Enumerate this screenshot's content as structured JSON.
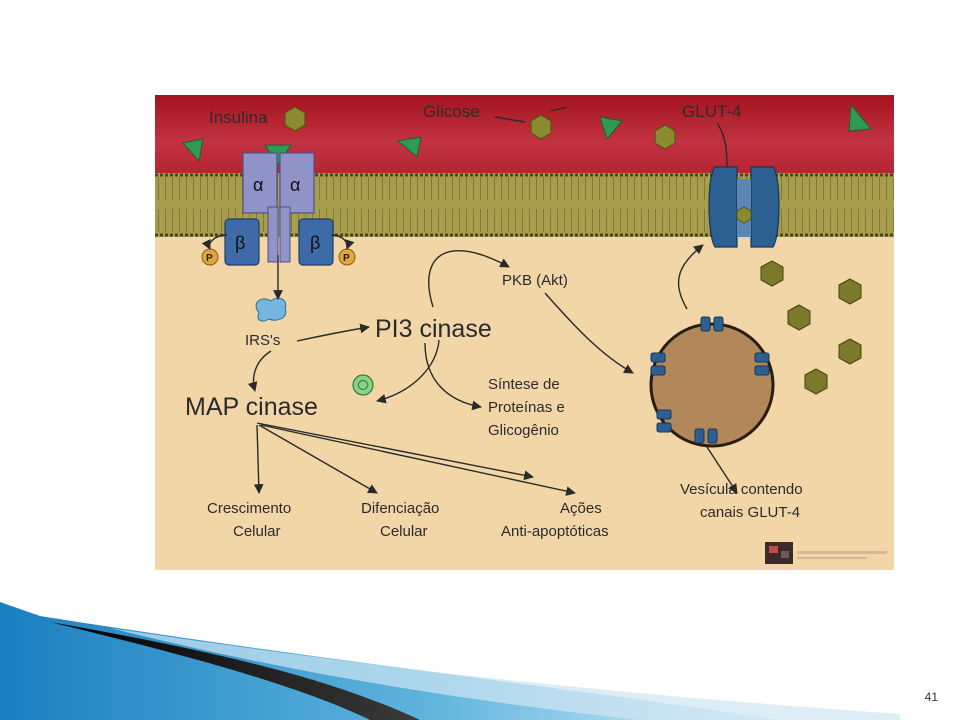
{
  "diagram": {
    "labels": {
      "insulina": "Insulina",
      "glicose": "Glicose",
      "glut4": "GLUT-4",
      "alpha": "α",
      "beta": "β",
      "phospho": "P",
      "irs": "IRS's",
      "pi3": "PI3 cinase",
      "pkb": "PKB (Akt)",
      "map": "MAP cinase",
      "sintese": [
        "Síntese de",
        "Proteínas e",
        "Glicogênio"
      ],
      "crescimento": [
        "Crescimento",
        "Celular"
      ],
      "diferenciacao": [
        "Difenciação",
        "Celular"
      ],
      "acoes": [
        "Ações",
        "Anti-apoptóticas"
      ],
      "vesicula": [
        "Vesícula contendo",
        "canais GLUT-4"
      ]
    },
    "colors": {
      "blood": "#b5202c",
      "membrane": "#9c9441",
      "cytoplasm": "#f2d6a8",
      "receptor": "#8f93c8",
      "transporter": "#2c5f92",
      "insulin": "#2f9a52",
      "glucose": "#7a7a2a",
      "vesicle": "#b2885a"
    }
  },
  "footer": {
    "page_number": "41"
  }
}
